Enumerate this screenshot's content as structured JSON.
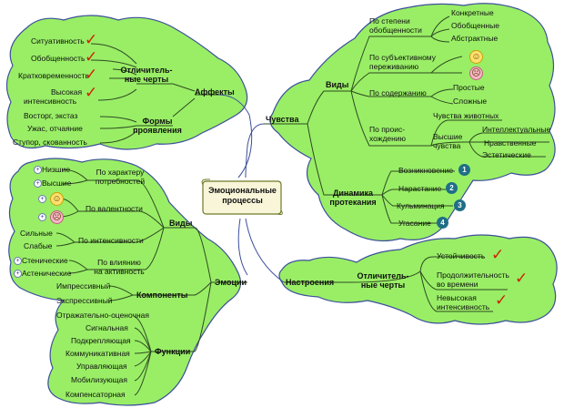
{
  "center": {
    "line1": "Эмоциональные",
    "line2": "процессы"
  },
  "affekty": {
    "title": "Аффекты",
    "features_title": {
      "line1": "Отличитель-",
      "line2": "ные черты"
    },
    "features": [
      "Ситуативность",
      "Обобщенность",
      "Кратковременность"
    ],
    "intensity": {
      "line1": "Высокая",
      "line2": "интенсивность"
    },
    "forms_title": {
      "line1": "Формы",
      "line2": "проявления"
    },
    "forms": [
      "Восторг, экстаз",
      "Ужас, отчаяние",
      "Ступор, скованность"
    ]
  },
  "chuvstva": {
    "title": "Чувства",
    "vidy_title": "Виды",
    "generality": {
      "line1": "По степени",
      "line2": "обобщенности",
      "items": [
        "Конкретные",
        "Обобщенные",
        "Абстрактные"
      ]
    },
    "experience": {
      "line1": "По субъективному",
      "line2": "переживанию"
    },
    "content": {
      "title": "По содержанию",
      "items": [
        "Простые",
        "Сложные"
      ]
    },
    "origin": {
      "line1": "По проис-",
      "line2": "хождению",
      "animal": "Чувства животных",
      "higher": {
        "line1": "Высшие",
        "line2": "чувства",
        "items": [
          "Интеллектуальные",
          "Нравственные",
          "Эстетические"
        ]
      }
    },
    "dynamics_title": {
      "line1": "Динамика",
      "line2": "протекания"
    },
    "dynamics": [
      {
        "label": "Возникновение",
        "num": "1"
      },
      {
        "label": "Нарастание",
        "num": "2"
      },
      {
        "label": "Кульминация",
        "num": "3"
      },
      {
        "label": "Угасание",
        "num": "4"
      }
    ]
  },
  "nastroeniya": {
    "title": "Настроения",
    "features_title": {
      "line1": "Отличитель-",
      "line2": "ные черты"
    },
    "stability": "Устойчивость",
    "duration": {
      "line1": "Продолжительность",
      "line2": "во времени"
    },
    "intensity": {
      "line1": "Невысокая",
      "line2": "интенсивность"
    }
  },
  "emotsii": {
    "title": "Эмоции",
    "vidy_title": "Виды",
    "needs": {
      "line1": "По характеру",
      "line2": "потребностей",
      "items": [
        "Низшие",
        "Высшие"
      ]
    },
    "valence": {
      "title": "По валентности"
    },
    "intensity": {
      "title": "По интенсивности",
      "items": [
        "Сильные",
        "Слабые"
      ]
    },
    "activity": {
      "line1": "По влиянию",
      "line2": "на активность",
      "items": [
        "Стенические",
        "Астенические"
      ]
    },
    "components_title": "Компоненты",
    "components": [
      "Импрессивный",
      "Экспрессивный"
    ],
    "functions_title": "Функции",
    "functions": [
      "Отражательно-оценочная",
      "Сигнальная",
      "Подкрепляющая",
      "Коммуникативная",
      "Управляющая",
      "Мобилизующая",
      "Компенсаторная"
    ]
  },
  "colors": {
    "bubble": "#99ee66",
    "outline": "#3d4f9a",
    "check": "#cc2200",
    "badge": "#1f6f86"
  }
}
